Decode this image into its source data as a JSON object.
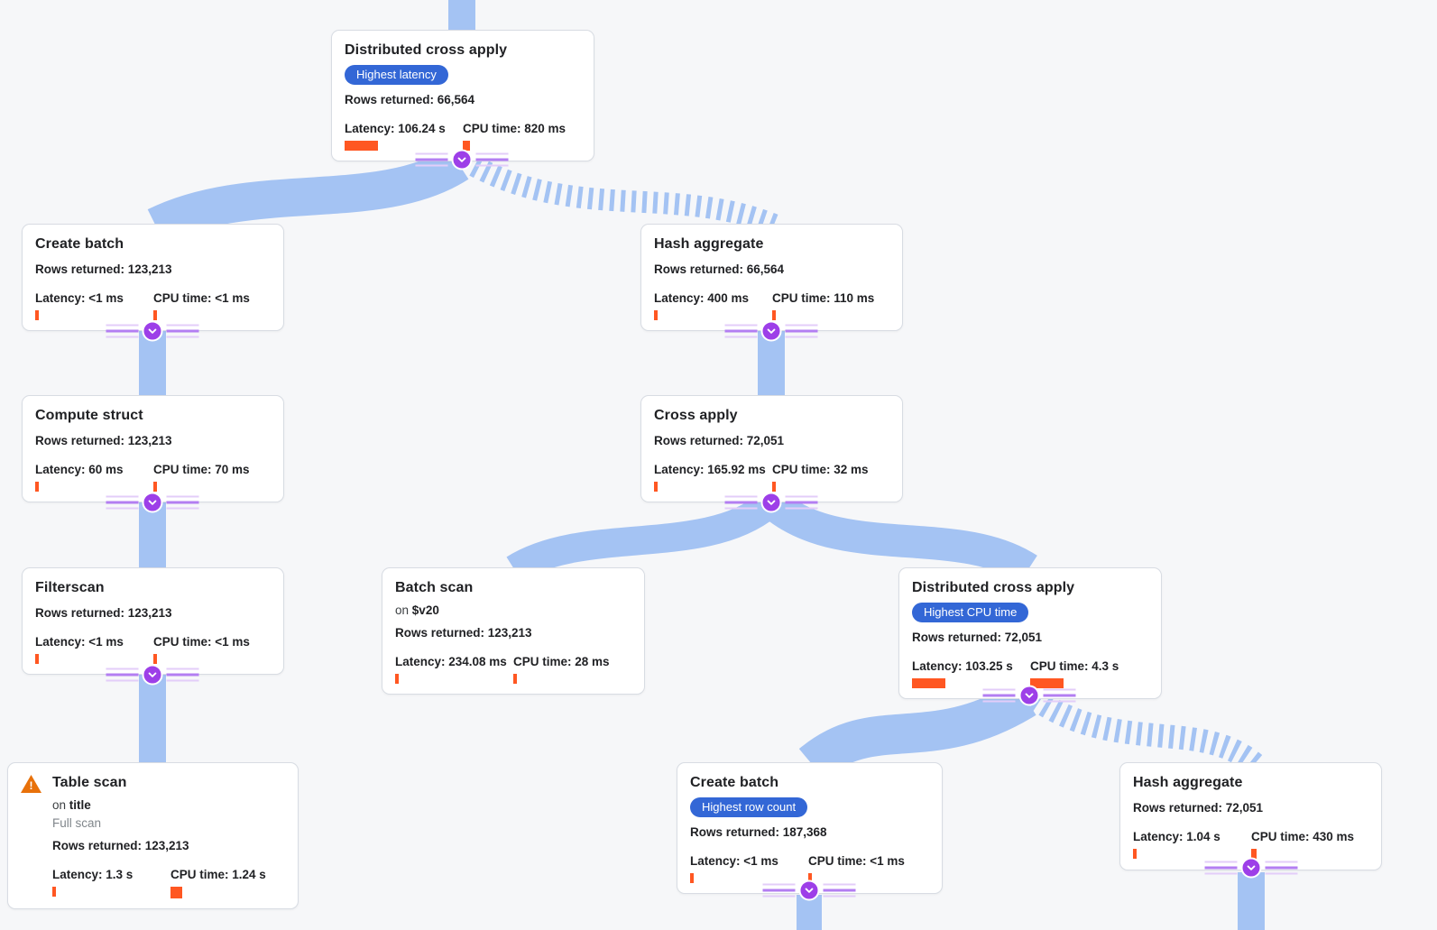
{
  "app": {
    "view": "query-execution-plan-graph"
  },
  "colors": {
    "background": "#f6f7f9",
    "edge_blue": "#a4c3f3",
    "badge_blue": "#3367d6",
    "bar_orange": "#ff5722",
    "connector_purple": "#9d3fe8",
    "connector_stripe_light": "#e3cdf9",
    "warning_orange": "#e8710a",
    "card_border": "#d8dce3",
    "title_text": "#202124",
    "muted_text": "#80868b"
  },
  "icons": {
    "connector": "chevron-down-icon",
    "table_scan_alert": "warning-icon"
  },
  "nodes": [
    {
      "id": "distributed-cross-apply-top",
      "title": "Distributed cross apply",
      "badge": "Highest latency",
      "rows": "Rows returned: 66,564",
      "latency": "Latency: 106.24 s",
      "cpu": "CPU time: 820 ms",
      "latency_bar": [
        37,
        11
      ],
      "cpu_bar": [
        8,
        11
      ]
    },
    {
      "id": "create-batch-top",
      "title": "Create batch",
      "rows": "Rows returned: 123,213",
      "latency": "Latency: <1 ms",
      "cpu": "CPU time: <1 ms",
      "latency_bar": [
        4,
        11
      ],
      "cpu_bar": [
        4,
        11
      ]
    },
    {
      "id": "hash-aggregate-mid",
      "title": "Hash aggregate",
      "rows": "Rows returned: 66,564",
      "latency": "Latency: 400 ms",
      "cpu": "CPU time: 110 ms",
      "latency_bar": [
        4,
        11
      ],
      "cpu_bar": [
        4,
        11
      ]
    },
    {
      "id": "compute-struct",
      "title": "Compute struct",
      "rows": "Rows returned: 123,213",
      "latency": "Latency: 60 ms",
      "cpu": "CPU time: 70 ms",
      "latency_bar": [
        4,
        11
      ],
      "cpu_bar": [
        4,
        11
      ]
    },
    {
      "id": "cross-apply",
      "title": "Cross apply",
      "rows": "Rows returned: 72,051",
      "latency": "Latency: 165.92 ms",
      "cpu": "CPU time: 32 ms",
      "latency_bar": [
        4,
        11
      ],
      "cpu_bar": [
        4,
        11
      ]
    },
    {
      "id": "filterscan",
      "title": "Filterscan",
      "rows": "Rows returned: 123,213",
      "latency": "Latency: <1 ms",
      "cpu": "CPU time: <1 ms",
      "latency_bar": [
        4,
        11
      ],
      "cpu_bar": [
        4,
        11
      ]
    },
    {
      "id": "batch-scan",
      "title": "Batch scan",
      "operand_prefix": "on",
      "operand": "$v20",
      "rows": "Rows returned: 123,213",
      "latency": "Latency: 234.08 ms",
      "cpu": "CPU time: 28 ms",
      "latency_bar": [
        4,
        11
      ],
      "cpu_bar": [
        4,
        11
      ]
    },
    {
      "id": "distributed-cross-apply-2",
      "title": "Distributed cross apply",
      "badge": "Highest CPU time",
      "rows": "Rows returned: 72,051",
      "latency": "Latency: 103.25 s",
      "cpu": "CPU time: 4.3 s",
      "latency_bar": [
        37,
        11
      ],
      "cpu_bar": [
        37,
        11
      ]
    },
    {
      "id": "table-scan",
      "title": "Table scan",
      "warning": true,
      "operand_prefix": "on",
      "operand": "title",
      "note": "Full scan",
      "rows": "Rows returned: 123,213",
      "latency": "Latency: 1.3 s",
      "cpu": "CPU time: 1.24 s",
      "latency_bar": [
        4,
        11
      ],
      "cpu_bar": [
        13,
        13
      ]
    },
    {
      "id": "create-batch-bottom",
      "title": "Create batch",
      "badge": "Highest row count",
      "rows": "Rows returned: 187,368",
      "latency": "Latency: <1 ms",
      "cpu": "CPU time: <1 ms",
      "latency_bar": [
        4,
        11
      ],
      "cpu_bar": [
        4,
        11
      ]
    },
    {
      "id": "hash-aggregate-bottom",
      "title": "Hash aggregate",
      "rows": "Rows returned: 72,051",
      "latency": "Latency: 1.04 s",
      "cpu": "CPU time: 430 ms",
      "latency_bar": [
        4,
        11
      ],
      "cpu_bar": [
        6,
        12
      ]
    }
  ],
  "edges": [
    {
      "from": "root-offscreen",
      "to": "distributed-cross-apply-top",
      "type": "solid"
    },
    {
      "from": "distributed-cross-apply-top",
      "to": "create-batch-top",
      "type": "solid"
    },
    {
      "from": "distributed-cross-apply-top",
      "to": "hash-aggregate-mid",
      "type": "striped"
    },
    {
      "from": "create-batch-top",
      "to": "compute-struct",
      "type": "solid"
    },
    {
      "from": "hash-aggregate-mid",
      "to": "cross-apply",
      "type": "solid"
    },
    {
      "from": "compute-struct",
      "to": "filterscan",
      "type": "solid"
    },
    {
      "from": "cross-apply",
      "to": "batch-scan",
      "type": "solid"
    },
    {
      "from": "cross-apply",
      "to": "distributed-cross-apply-2",
      "type": "solid"
    },
    {
      "from": "filterscan",
      "to": "table-scan",
      "type": "solid"
    },
    {
      "from": "distributed-cross-apply-2",
      "to": "create-batch-bottom",
      "type": "solid"
    },
    {
      "from": "distributed-cross-apply-2",
      "to": "hash-aggregate-bottom",
      "type": "striped"
    },
    {
      "from": "create-batch-bottom",
      "to": "child-offscreen",
      "type": "solid"
    },
    {
      "from": "hash-aggregate-bottom",
      "to": "child-offscreen",
      "type": "solid"
    }
  ]
}
